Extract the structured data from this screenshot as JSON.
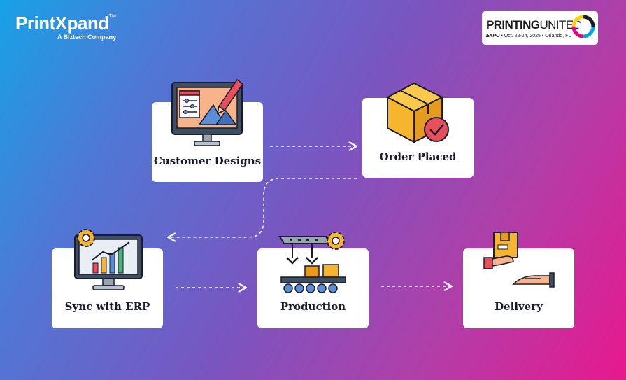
{
  "brand": {
    "name": "PrintXpand",
    "trademark": "TM",
    "tagline": "A Biztech Company"
  },
  "event_badge": {
    "title_bold": "PRINTING",
    "title_light": "UNITED",
    "expo": "EXPO",
    "details": " • Oct. 22-24, 2025 • Orlando, FL"
  },
  "steps": [
    {
      "label": "Customer Designs",
      "icon": "designer-monitor-icon"
    },
    {
      "label": "Order Placed",
      "icon": "package-check-icon"
    },
    {
      "label": "Sync with ERP",
      "icon": "analytics-monitor-gear-icon"
    },
    {
      "label": "Production",
      "icon": "factory-conveyor-icon"
    },
    {
      "label": "Delivery",
      "icon": "hand-delivery-box-icon"
    }
  ],
  "colors": {
    "gradient_start": "#17a2e6",
    "gradient_end": "#e8188e",
    "card": "#ffffff",
    "text": "#1b1b2f"
  }
}
